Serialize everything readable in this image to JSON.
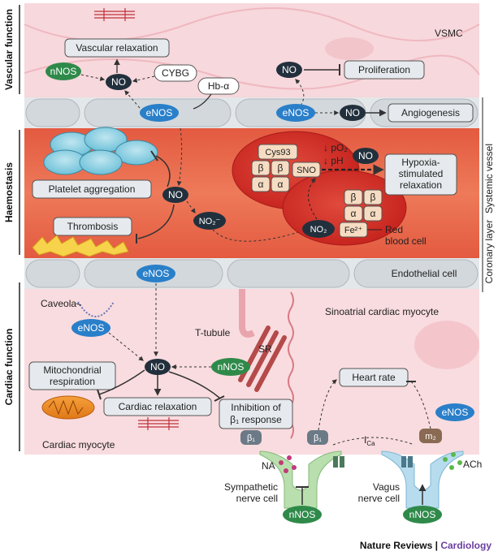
{
  "sections": {
    "vascular": "Vascular function",
    "haemostasis": "Haemostasis",
    "cardiac": "Cardiac function"
  },
  "right_labels": {
    "vsmc": "VSMC",
    "systemic": "Systemic vessel",
    "coronary": "Coronary layer",
    "endothelial": "Endothelial cell",
    "sinoatrial": "Sinoatrial cardiac myocyte"
  },
  "nodes": {
    "vascular_relaxation": "Vascular relaxation",
    "nnos": "nNOS",
    "no": "NO",
    "cybg": "CYBG",
    "hb_alpha": "Hb-α",
    "proliferation": "Proliferation",
    "enos": "eNOS",
    "angiogenesis": "Angiogenesis",
    "platelet_aggregation": "Platelet aggregation",
    "thrombosis": "Thrombosis",
    "no2_minus": "NO₂⁻",
    "cys93": "Cys93",
    "sno": "SNO",
    "po2": "↓ pO₂",
    "ph": "↓ pH",
    "hypoxia": "Hypoxia-\nstimulated\nrelaxation",
    "fe": "Fe²⁺",
    "no2": "NO₂",
    "red_blood_cell": "Red\nblood cell",
    "beta": "β",
    "alpha": "α",
    "caveola": "Caveola",
    "t_tubule": "T-tubule",
    "sr": "SR",
    "mito": "Mitochondrial\nrespiration",
    "cardiac_relaxation": "Cardiac relaxation",
    "inhibition": "Inhibition of\nβ₁ response",
    "beta1": "β₁",
    "cardiac_myocyte": "Cardiac myocyte",
    "heart_rate": "Heart rate",
    "m2": "m₂",
    "na": "NA",
    "ach": "ACh",
    "ica": "I",
    "ica_sub": "Ca",
    "sympathetic": "Sympathetic\nnerve cell",
    "vagus": "Vagus\nnerve cell"
  },
  "footer": {
    "journal": "Nature Reviews",
    "sep": " | ",
    "section": "Cardiology"
  },
  "colors": {
    "no_node": "#22303d",
    "enos_blue": "#2a7fc9",
    "nnos_green": "#2f8a4a",
    "box_grey": "#e6eaee",
    "vessel_red": "#e6593e",
    "rbc_red": "#d8312b"
  }
}
